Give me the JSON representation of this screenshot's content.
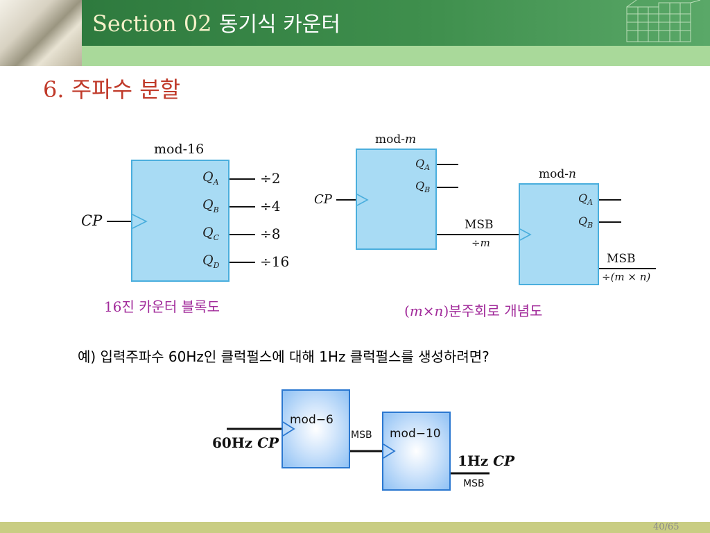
{
  "header": {
    "section_label": "Section 02",
    "section_title": "동기식 카운터"
  },
  "subtitle": "6. 주파수 분할",
  "diagram_mod16": {
    "block_label": "mod-16",
    "clock_label": "CP",
    "outputs": [
      {
        "pin": "Q",
        "sub": "A",
        "divide": "÷2"
      },
      {
        "pin": "Q",
        "sub": "B",
        "divide": "÷4"
      },
      {
        "pin": "Q",
        "sub": "C",
        "divide": "÷8"
      },
      {
        "pin": "Q",
        "sub": "D",
        "divide": "÷16"
      }
    ],
    "caption": "16진 카운터 블록도"
  },
  "diagram_mxn": {
    "block_m_prefix": "mod-",
    "block_m_var": "m",
    "block_n_prefix": "mod-",
    "block_n_var": "n",
    "clock_label": "CP",
    "pins_m": [
      {
        "pin": "Q",
        "sub": "A"
      },
      {
        "pin": "Q",
        "sub": "B"
      }
    ],
    "pins_n": [
      {
        "pin": "Q",
        "sub": "A"
      },
      {
        "pin": "Q",
        "sub": "B"
      }
    ],
    "msb_m_label": "MSB",
    "msb_m_divide": "÷m",
    "msb_n_label": "MSB",
    "msb_n_divide": "÷(m × n)",
    "caption_paren_open": "(",
    "caption_m": "m",
    "caption_times": "×",
    "caption_n": "n",
    "caption_rest": ")분주회로 개념도"
  },
  "question": "예) 입력주파수 60Hz인 클럭펄스에 대해  1Hz 클럭펄스를 생성하려면?",
  "diagram_example": {
    "block1_label": "mod−6",
    "block2_label": "mod−10",
    "input_freq": "60Hz",
    "input_cp": "CP",
    "msb1_label": "MSB",
    "output_freq": "1Hz",
    "output_cp": "CP",
    "msb2_label": "MSB"
  },
  "page_number": "40/65",
  "colors": {
    "header_green": "#3f8f4d",
    "subtitle_red": "#c03a2a",
    "caption_purple": "#a12a9a",
    "block_blue": "#a8dbf4",
    "block_border": "#4aaedd",
    "example_block_border": "#2b78d0",
    "footer_olive": "#c9cd83"
  }
}
